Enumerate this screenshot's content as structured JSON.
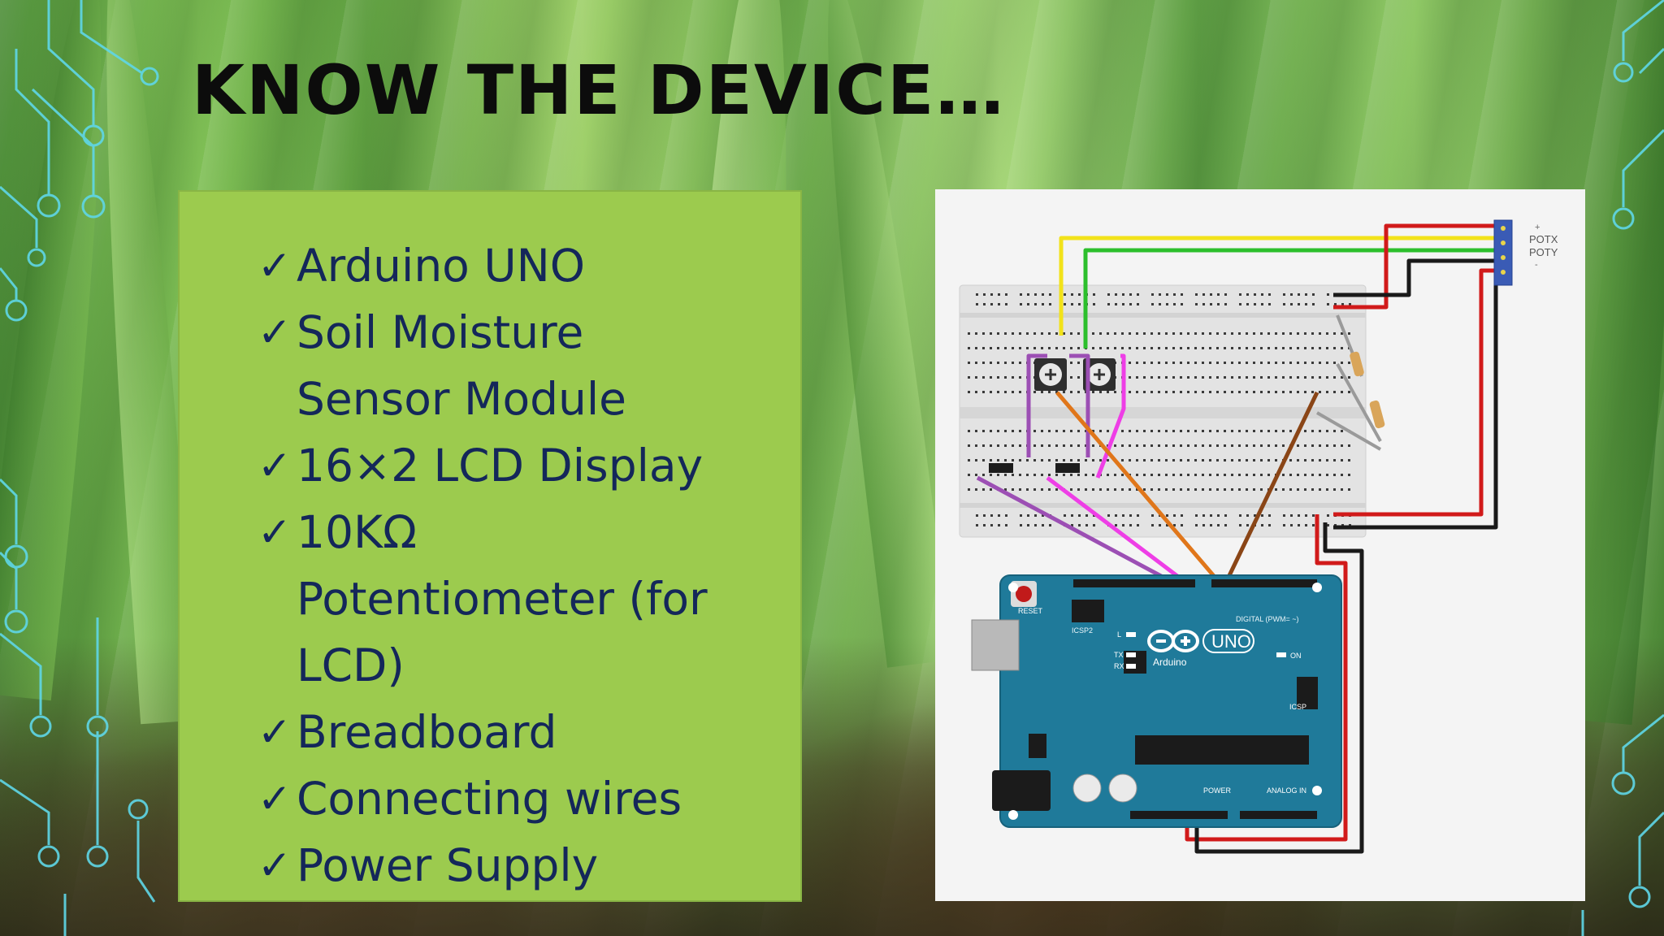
{
  "slide": {
    "title": "KNOW THE DEVICE…",
    "items": [
      {
        "check": "✓",
        "text": "Arduino UNO"
      },
      {
        "check": "✓",
        "text": "Soil Moisture\nSensor Module"
      },
      {
        "check": "✓",
        "text": "16×2 LCD Display"
      },
      {
        "check": "✓",
        "text": "10KΩ\nPotentiometer (for\nLCD)"
      },
      {
        "check": "✓",
        "text": "Breadboard"
      },
      {
        "check": "✓",
        "text": "Connecting wires"
      },
      {
        "check": "✓",
        "text": "Power Supply"
      }
    ]
  },
  "diagram": {
    "board_logo": "UNO",
    "board_brand": "Arduino",
    "reset_label": "RESET",
    "icsp2_label": "ICSP2",
    "icsp_label": "ICSP",
    "on_label": "ON",
    "tx_label": "TX",
    "rx_label": "RX",
    "l_label": "L",
    "digital_label": "DIGITAL (PWM= ~)",
    "power_label": "POWER",
    "analog_label": "ANALOG IN",
    "joystick_plus": "+",
    "joystick_potx": "POTX",
    "joystick_poty": "POTY",
    "joystick_minus": "-"
  },
  "colors": {
    "panel_green": "#9ccb4e",
    "text_navy": "#14275a",
    "board_teal": "#1f7a9a",
    "circuit_cyan": "#5fd7e8"
  }
}
